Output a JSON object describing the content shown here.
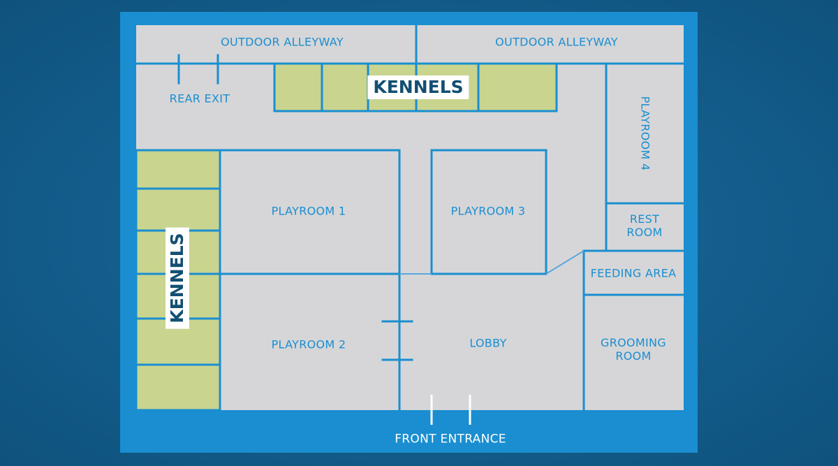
{
  "colors": {
    "background": "#135d8c",
    "frame": "#1a8ed0",
    "floor": "#d6d6d8",
    "kennel_fill": "#c9d48f",
    "wall": "#1a8ed0",
    "label": "#1a8ed0",
    "kennel_tag_text": "#134f72"
  },
  "labels": {
    "outdoor_alleyway_left": "OUTDOOR ALLEYWAY",
    "outdoor_alleyway_right": "OUTDOOR ALLEYWAY",
    "rear_exit": "REAR EXIT",
    "kennels_top": "KENNELS",
    "kennels_left": "KENNELS",
    "playroom_1": "PLAYROOM 1",
    "playroom_2": "PLAYROOM 2",
    "playroom_3": "PLAYROOM 3",
    "playroom_4": "PLAYROOM 4",
    "rest_room_line1": "REST",
    "rest_room_line2": "ROOM",
    "feeding_area": "FEEDING AREA",
    "lobby": "LOBBY",
    "grooming_room_line1": "GROOMING",
    "grooming_room_line2": "ROOM",
    "front_entrance": "FRONT ENTRANCE"
  }
}
